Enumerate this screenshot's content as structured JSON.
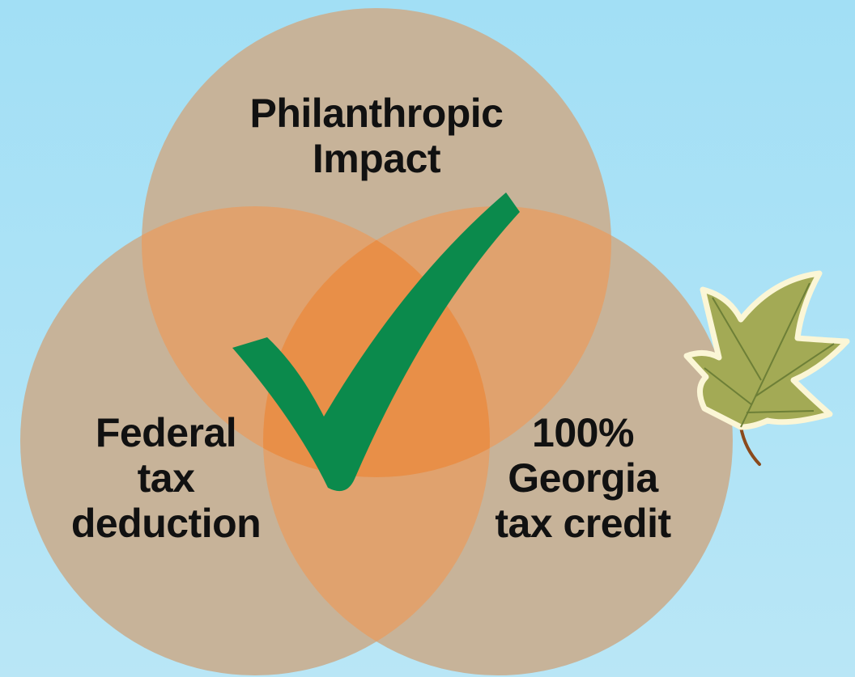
{
  "diagram": {
    "type": "venn",
    "circles": [
      {
        "id": "top",
        "lines": [
          "Philanthropic",
          "Impact"
        ]
      },
      {
        "id": "left",
        "lines": [
          "Federal",
          "tax",
          "deduction"
        ]
      },
      {
        "id": "right",
        "lines": [
          "100%",
          "Georgia",
          "tax credit"
        ]
      }
    ],
    "center_mark": "checkmark-icon",
    "decoration": "leaf-icon"
  },
  "colors": {
    "background": "#a6e0f5",
    "circle_fill": "#c7b399",
    "overlap_two": "#e0a26e",
    "overlap_three": "#e88f48",
    "checkmark": "#0b8a4c",
    "leaf_fill": "#a3aa55",
    "leaf_outline": "#fbf6d6",
    "leaf_vein": "#6d7f37",
    "leaf_stem": "#8a4a1d"
  }
}
